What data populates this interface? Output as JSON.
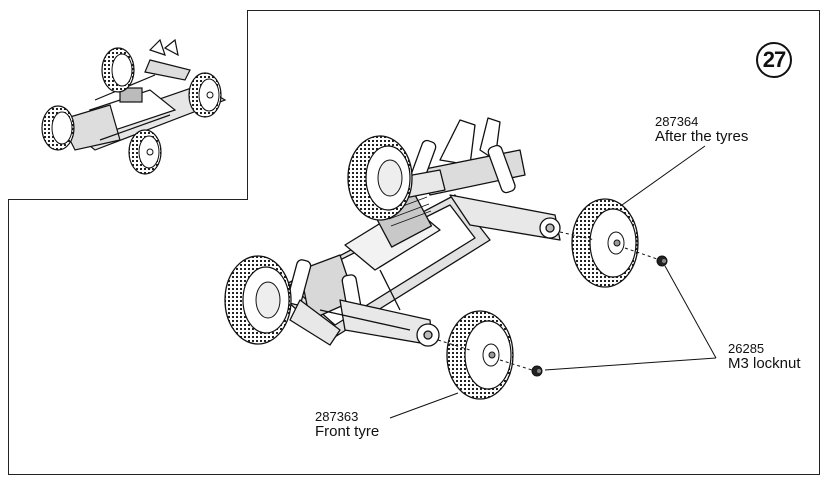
{
  "step_number": "27",
  "callouts": {
    "rear_tyre": {
      "part_number": "287364",
      "name": "After the tyres"
    },
    "locknut": {
      "part_number": "26285",
      "name": "M3 locknut"
    },
    "front_tyre": {
      "part_number": "287363",
      "name": "Front tyre"
    }
  },
  "colors": {
    "line": "#111111",
    "tyre_fill": "#ffffff",
    "chassis_shade": "#dcdcdc"
  }
}
